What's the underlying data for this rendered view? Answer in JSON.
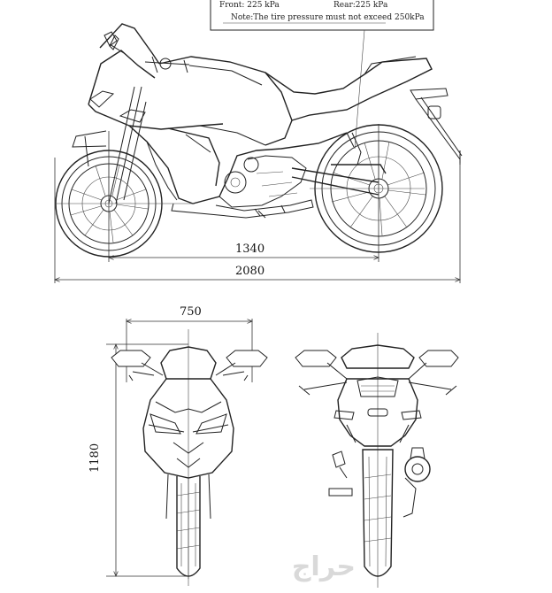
{
  "tire_note": {
    "front": "Front: 225 kPa",
    "rear": "Rear:225 kPa",
    "note": "Note:The tire pressure must not exceed 250kPa"
  },
  "dimensions": {
    "wheelbase": "1340",
    "overall_length": "2080",
    "overall_width": "750",
    "overall_height": "1180"
  },
  "watermark": "حراج"
}
